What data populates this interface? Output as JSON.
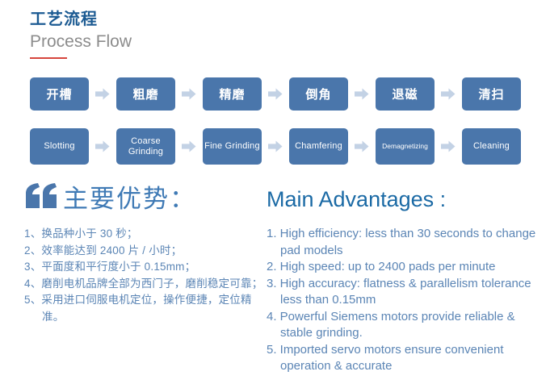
{
  "header": {
    "title_cn": "工艺流程",
    "title_en": "Process Flow",
    "accent_color": "#d6453d",
    "title_cn_color": "#1b5a92",
    "title_en_color": "#8c8c8c"
  },
  "process_flow": {
    "box_color": "#4a76ab",
    "arrow_color": "#c3d2e5",
    "steps_cn": [
      "开槽",
      "粗磨",
      "精磨",
      "倒角",
      "退磁",
      "清扫"
    ],
    "steps_en": [
      "Slotting",
      "Coarse Grinding",
      "Fine Grinding",
      "Chamfering",
      "Demagnetizing",
      "Cleaning"
    ],
    "arrow_icon": "arrow-right-icon"
  },
  "advantages_cn": {
    "quote_icon": "quote-mark-icon",
    "title": "主要优势：",
    "title_color": "#3f7ab5",
    "items": [
      "1、换品种小于 30 秒；",
      "2、效率能达到 2400 片 / 小时；",
      "3、平面度和平行度小于 0.15mm；",
      "4、磨削电机品牌全部为西门子，磨削稳定可靠；",
      "5、采用进口伺服电机定位，操作便捷，定位精准。"
    ]
  },
  "advantages_en": {
    "title": "Main Advantages :",
    "title_color": "#1b6aa5",
    "items": [
      "1. High efficiency: less than 30 seconds to change pad models",
      "2. High speed: up to 2400 pads per minute",
      "3. High accuracy: flatness & parallelism tolerance less than 0.15mm",
      "4. Powerful Siemens motors provide reliable & stable grinding.",
      "5. Imported servo motors ensure convenient operation & accurate"
    ]
  }
}
